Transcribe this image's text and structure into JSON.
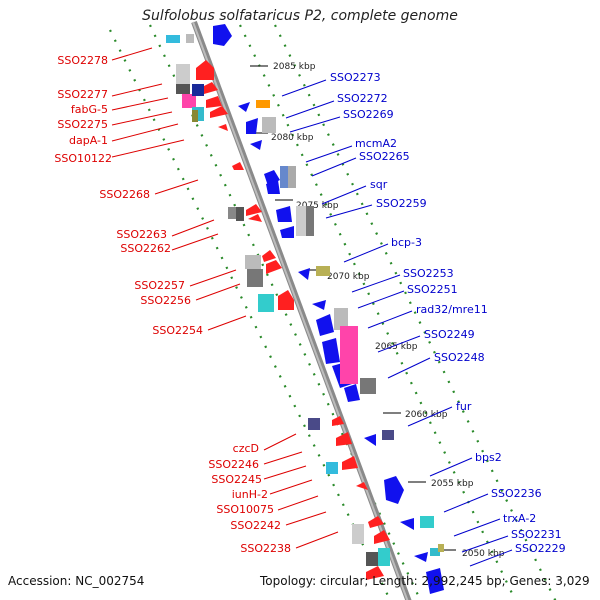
{
  "title": "Sulfolobus solfataricus P2, complete genome",
  "footer": {
    "accession": "Accession: NC_002754",
    "summary": "Topology: circular; Length: 2,992,245 bp; Genes: 3,029"
  },
  "colors": {
    "left_label": "#dd0000",
    "right_label": "#0000cc",
    "backbone": "#8a8a8a",
    "dots": "#2a8a2a"
  },
  "ticks": [
    "2085 kbp",
    "2080 kbp",
    "2075 kbp",
    "2070 kbp",
    "2065 kbp",
    "2060 kbp",
    "2055 kbp",
    "2050 kbp"
  ],
  "left_genes": [
    "SSO2278",
    "SSO2277",
    "fabG-5",
    "SSO2275",
    "dapA-1",
    "SSO10122",
    "SSO2268",
    "SSO2263",
    "SSO2262",
    "SSO2257",
    "SSO2256",
    "SSO2254",
    "czcD",
    "SSO2246",
    "SSO2245",
    "iunH-2",
    "SSO10075",
    "SSO2242",
    "SSO2238"
  ],
  "right_genes": [
    "SSO2273",
    "SSO2272",
    "SSO2269",
    "mcmA2",
    "SSO2265",
    "sqr",
    "SSO2259",
    "bcp-3",
    "SSO2253",
    "SSO2251",
    "rad32/mre11",
    "SSO2249",
    "SSO2248",
    "fur",
    "bps2",
    "SSO2236",
    "trxA-2",
    "SSO2231",
    "SSO2229"
  ]
}
